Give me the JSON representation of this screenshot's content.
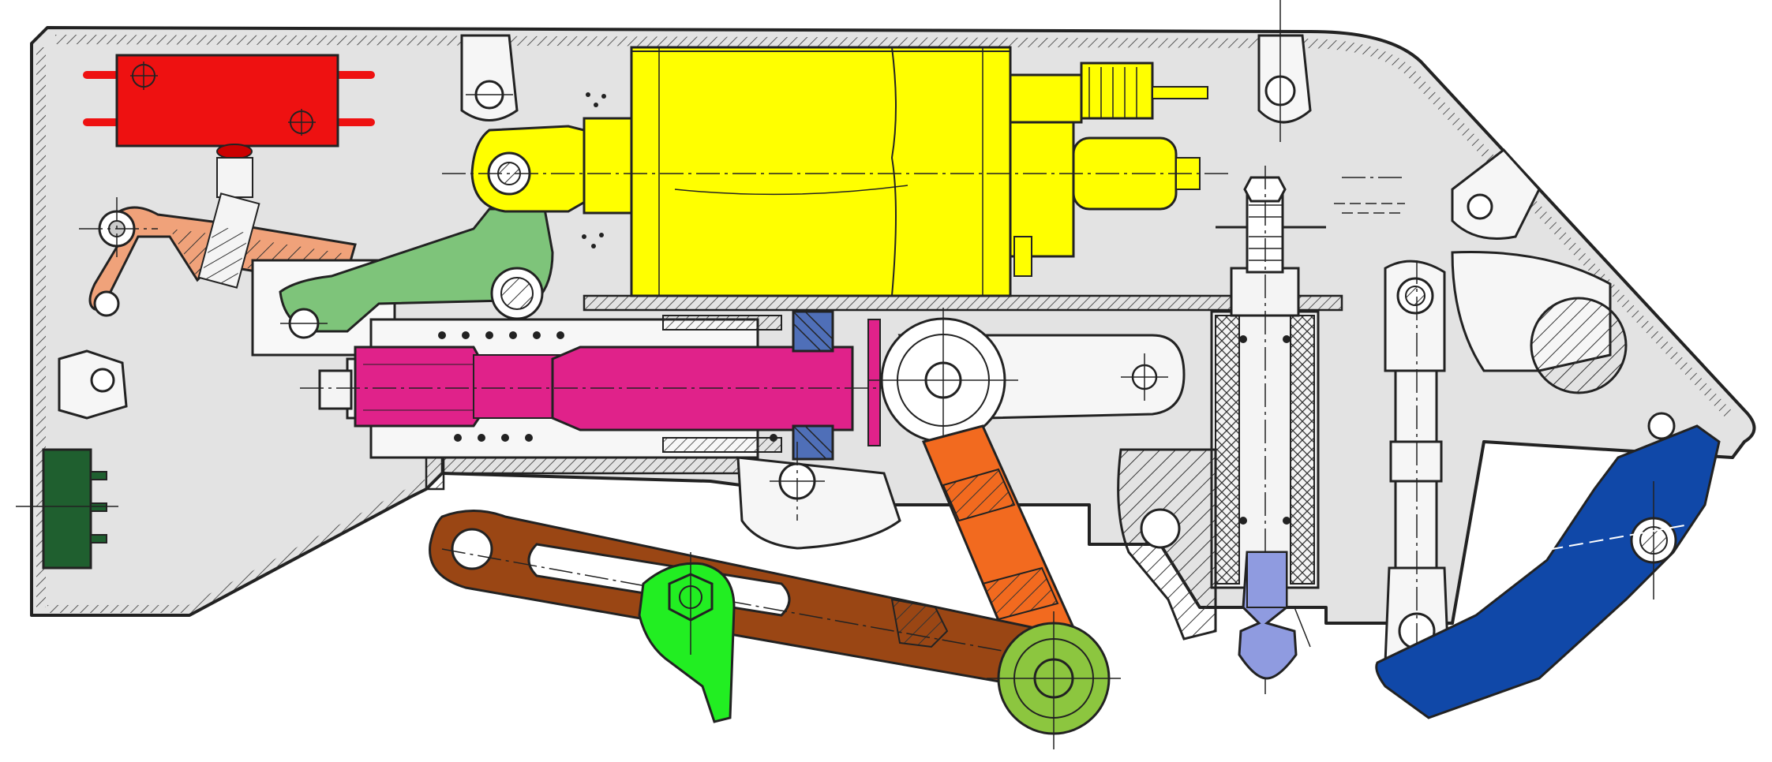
{
  "diagram": {
    "type": "mechanical-cross-section",
    "labels": [],
    "colors": {
      "housing_fill": "#e3e3e3",
      "outline": "#222222",
      "switch_red": "#ee1111",
      "lever_salmon": "#f0a27a",
      "arm_light_green": "#7ec47a",
      "solenoid_yellow": "#ffff00",
      "plunger_magenta": "#e0228a",
      "collar_blue": "#4f6fb8",
      "link_orange": "#f26a1f",
      "arm_brown": "#9a4614",
      "pawl_green": "#22ee22",
      "roller_green": "#8cc63f",
      "terminal_dark_green": "#1f5f2f",
      "pin_lavender": "#8f9be0",
      "shoe_dark_blue": "#1048a8"
    },
    "components": [
      {
        "name": "housing",
        "icon": "housing-outline"
      },
      {
        "name": "microswitch",
        "icon": "rectangle-switch"
      },
      {
        "name": "trip-lever",
        "icon": "hatched-lever"
      },
      {
        "name": "latch-arm",
        "icon": "green-arm"
      },
      {
        "name": "solenoid",
        "icon": "coil-body"
      },
      {
        "name": "plunger",
        "icon": "piston-rod"
      },
      {
        "name": "stop-collar",
        "icon": "collar"
      },
      {
        "name": "connecting-link",
        "icon": "orange-link"
      },
      {
        "name": "slotted-arm",
        "icon": "brown-arm"
      },
      {
        "name": "pawl",
        "icon": "hex-pawl"
      },
      {
        "name": "roller",
        "icon": "wheel"
      },
      {
        "name": "terminal-block",
        "icon": "terminal"
      },
      {
        "name": "adjusting-pin",
        "icon": "threaded-pin"
      },
      {
        "name": "brake-shoe",
        "icon": "shoe"
      }
    ]
  }
}
